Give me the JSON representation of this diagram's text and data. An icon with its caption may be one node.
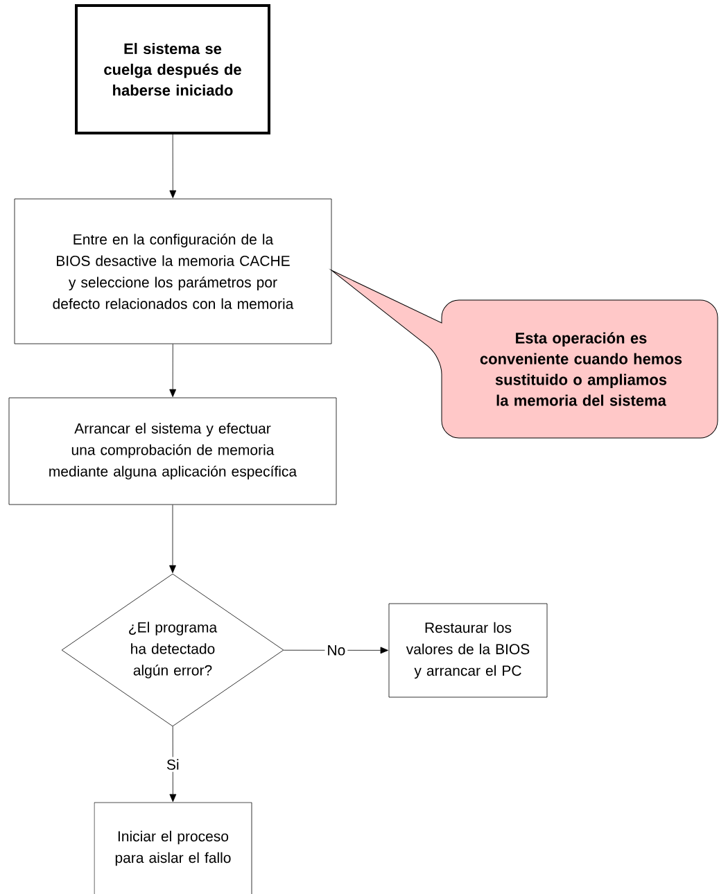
{
  "diagram": {
    "nodes": [
      {
        "text": [
          "El sistema se cuelga después de haberse iniciado"
        ]
      },
      {
        "text": [
          "Entre en la configuración de la BIOS desactive la memoria CACHE y seleccione los parámetros por defecto relacionados con la memoria"
        ]
      },
      {
        "text": [
          "Arrancar el sistema y efectuar una comprobación de memoria mediante alguna aplicación específica"
        ]
      },
      {
        "text": [
          "¿El programa ha detectado algún error?"
        ]
      },
      {
        "text": [
          "Restaurar los valores de la BIOS y arrancar el PC"
        ]
      },
      {
        "text": [
          "Iniciar el proceso para aislar el fallo"
        ]
      },
      {
        "text": [
          "Esta operación es conveniente cuando hemos sustituido o ampliamos la memoria del sistema"
        ]
      }
    ],
    "edges": [
      {
        "from": 0,
        "to": 1,
        "arrow": "to"
      },
      {
        "from": 1,
        "to": 2,
        "arrow": "to"
      },
      {
        "from": 2,
        "to": 3,
        "arrow": "to"
      },
      {
        "from": 3,
        "to": 4,
        "arrow": "to",
        "label": "No"
      },
      {
        "from": 3,
        "to": 5,
        "arrow": "to",
        "label": "Si"
      }
    ]
  }
}
